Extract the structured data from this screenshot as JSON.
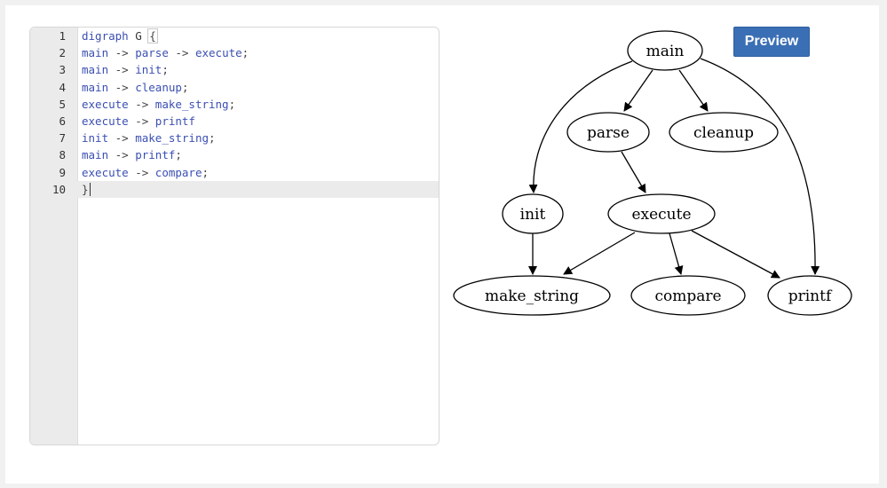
{
  "editor": {
    "lines": [
      {
        "n": "1",
        "tokens": [
          [
            "kw",
            "digraph"
          ],
          [
            "sp",
            " "
          ],
          [
            "plain",
            "G"
          ],
          [
            "sp",
            " "
          ],
          [
            "brace",
            "{"
          ]
        ]
      },
      {
        "n": "2",
        "tokens": [
          [
            "id",
            "main"
          ],
          [
            "op",
            " -> "
          ],
          [
            "id",
            "parse"
          ],
          [
            "op",
            " -> "
          ],
          [
            "id",
            "execute"
          ],
          [
            "punct",
            ";"
          ]
        ]
      },
      {
        "n": "3",
        "tokens": [
          [
            "id",
            "main"
          ],
          [
            "op",
            " -> "
          ],
          [
            "id",
            "init"
          ],
          [
            "punct",
            ";"
          ]
        ]
      },
      {
        "n": "4",
        "tokens": [
          [
            "id",
            "main"
          ],
          [
            "op",
            " -> "
          ],
          [
            "id",
            "cleanup"
          ],
          [
            "punct",
            ";"
          ]
        ]
      },
      {
        "n": "5",
        "tokens": [
          [
            "id",
            "execute"
          ],
          [
            "op",
            " -> "
          ],
          [
            "id",
            "make_string"
          ],
          [
            "punct",
            ";"
          ]
        ]
      },
      {
        "n": "6",
        "tokens": [
          [
            "id",
            "execute"
          ],
          [
            "op",
            " -> "
          ],
          [
            "id",
            "printf"
          ]
        ]
      },
      {
        "n": "7",
        "tokens": [
          [
            "id",
            "init"
          ],
          [
            "op",
            " -> "
          ],
          [
            "id",
            "make_string"
          ],
          [
            "punct",
            ";"
          ]
        ]
      },
      {
        "n": "8",
        "tokens": [
          [
            "id",
            "main"
          ],
          [
            "op",
            " -> "
          ],
          [
            "id",
            "printf"
          ],
          [
            "punct",
            ";"
          ]
        ]
      },
      {
        "n": "9",
        "tokens": [
          [
            "id",
            "execute"
          ],
          [
            "op",
            " -> "
          ],
          [
            "id",
            "compare"
          ],
          [
            "punct",
            ";"
          ]
        ]
      },
      {
        "n": "10",
        "tokens": [
          [
            "punct",
            "}"
          ]
        ],
        "active": true
      }
    ]
  },
  "preview_button": {
    "label": "Preview"
  },
  "colors": {
    "button": "#3b6fb5",
    "keyword": "#3b4fb3"
  },
  "graph": {
    "nodes": [
      {
        "id": "main",
        "label": "main"
      },
      {
        "id": "parse",
        "label": "parse"
      },
      {
        "id": "cleanup",
        "label": "cleanup"
      },
      {
        "id": "init",
        "label": "init"
      },
      {
        "id": "execute",
        "label": "execute"
      },
      {
        "id": "make_string",
        "label": "make_string"
      },
      {
        "id": "compare",
        "label": "compare"
      },
      {
        "id": "printf",
        "label": "printf"
      }
    ],
    "edges": [
      [
        "main",
        "parse"
      ],
      [
        "parse",
        "execute"
      ],
      [
        "main",
        "init"
      ],
      [
        "main",
        "cleanup"
      ],
      [
        "execute",
        "make_string"
      ],
      [
        "execute",
        "printf"
      ],
      [
        "init",
        "make_string"
      ],
      [
        "main",
        "printf"
      ],
      [
        "execute",
        "compare"
      ]
    ]
  }
}
